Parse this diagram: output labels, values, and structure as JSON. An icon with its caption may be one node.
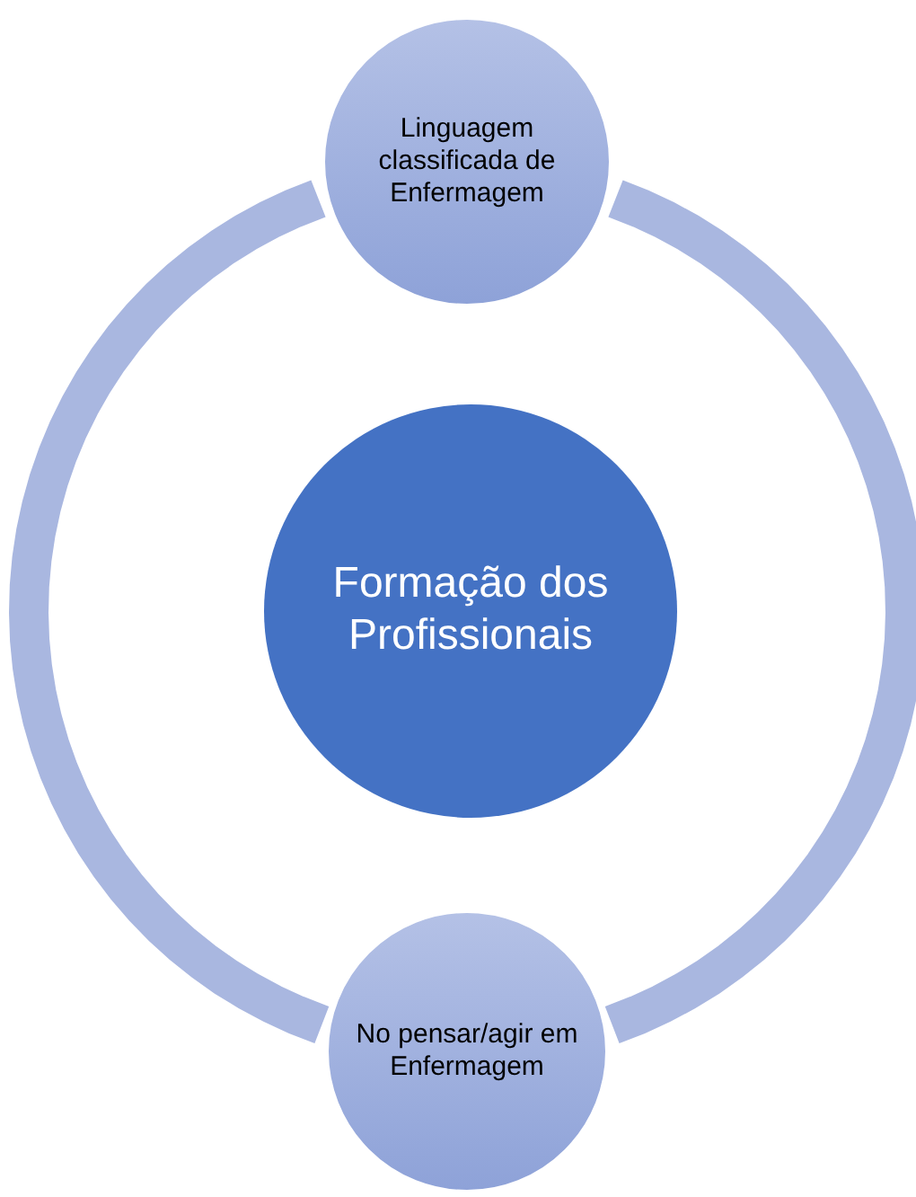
{
  "diagram": {
    "nodes": [
      {
        "text": [
          "Linguagem classificada de Enfermagem"
        ]
      },
      {
        "text": [
          "Formação dos Profissionais"
        ]
      },
      {
        "text": [
          "No pensar/agir em Enfermagem"
        ]
      }
    ],
    "edges": [
      {
        "from": 0,
        "to": 2,
        "arrow": "none"
      },
      {
        "from": 0,
        "to": 2,
        "arrow": "none"
      }
    ]
  }
}
